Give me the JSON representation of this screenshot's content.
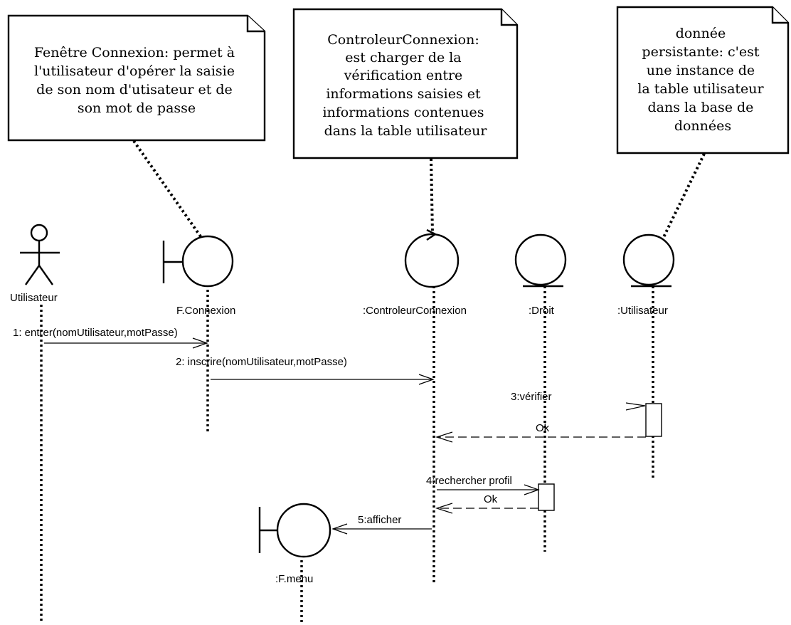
{
  "notes": {
    "fenetre": [
      "Fenêtre Connexion: permet à",
      "l'utilisateur d'opérer la saisie",
      "de son nom d'utisateur et de",
      "son mot de passe"
    ],
    "controleur": [
      "ControleurConnexion:",
      "est charger de la",
      "vérification entre",
      "informations saisies et",
      "informations contenues",
      "dans la table utilisateur"
    ],
    "donnee": [
      "donnée",
      "persistante: c'est",
      "une instance de",
      "la table utilisateur",
      "dans la base de",
      "données"
    ]
  },
  "lifelines": {
    "actor": "Utilisateur",
    "fconnexion": "F.Connexion",
    "controleur": ":ControleurConnexion",
    "droit": ":Droit",
    "utilisateur": ":Utilisateur",
    "fmenu": ":F.menu"
  },
  "messages": {
    "m1": "1: entrer(nomUtilisateur,motPasse)",
    "m2": "2: inscrire(nomUtilisateur,motPasse)",
    "m3": "3:vérifier",
    "m3_return": "Ok",
    "m4": "4:rechercher profil",
    "m4_return": "Ok",
    "m5": "5:afficher"
  }
}
